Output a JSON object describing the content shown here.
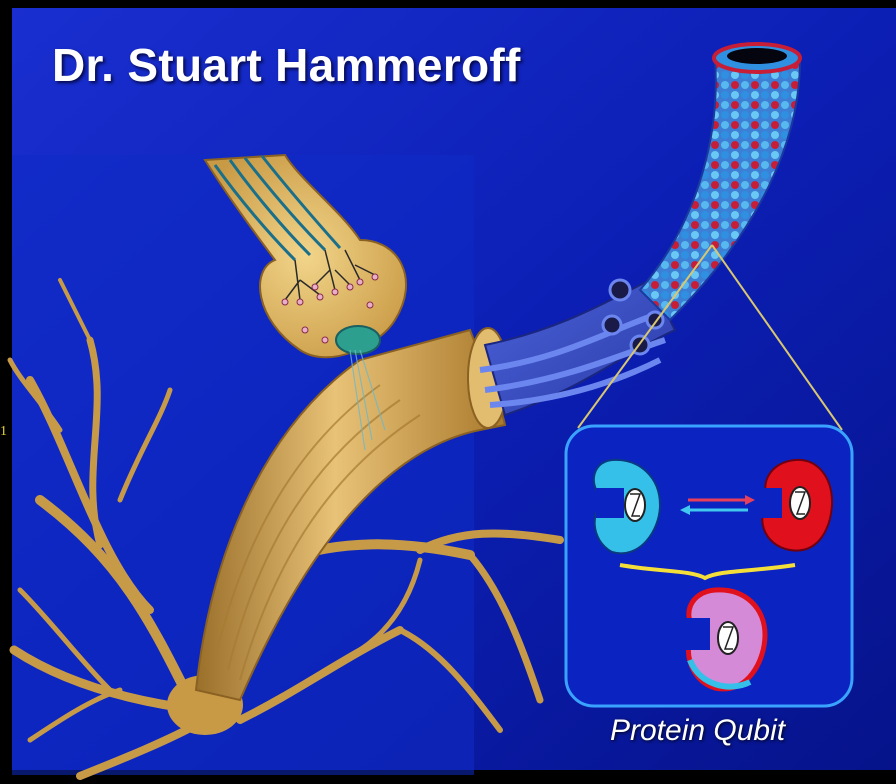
{
  "header": {
    "title": "Dr. Stuart Hammeroff"
  },
  "inset": {
    "caption": "Protein Qubit"
  },
  "edge_mark": "1",
  "colors": {
    "background": "#0a1ca8",
    "background_dark": "#000000",
    "neuron": "#c99a45",
    "microtubule_blue": "#4aa8e8",
    "microtubule_red": "#d61a2a",
    "inset_border": "#3aa2ff",
    "protein_cyan": "#35c0ea",
    "protein_red": "#e0101c",
    "protein_superposition": "#d58ad8",
    "connector_line": "#d8c770"
  }
}
